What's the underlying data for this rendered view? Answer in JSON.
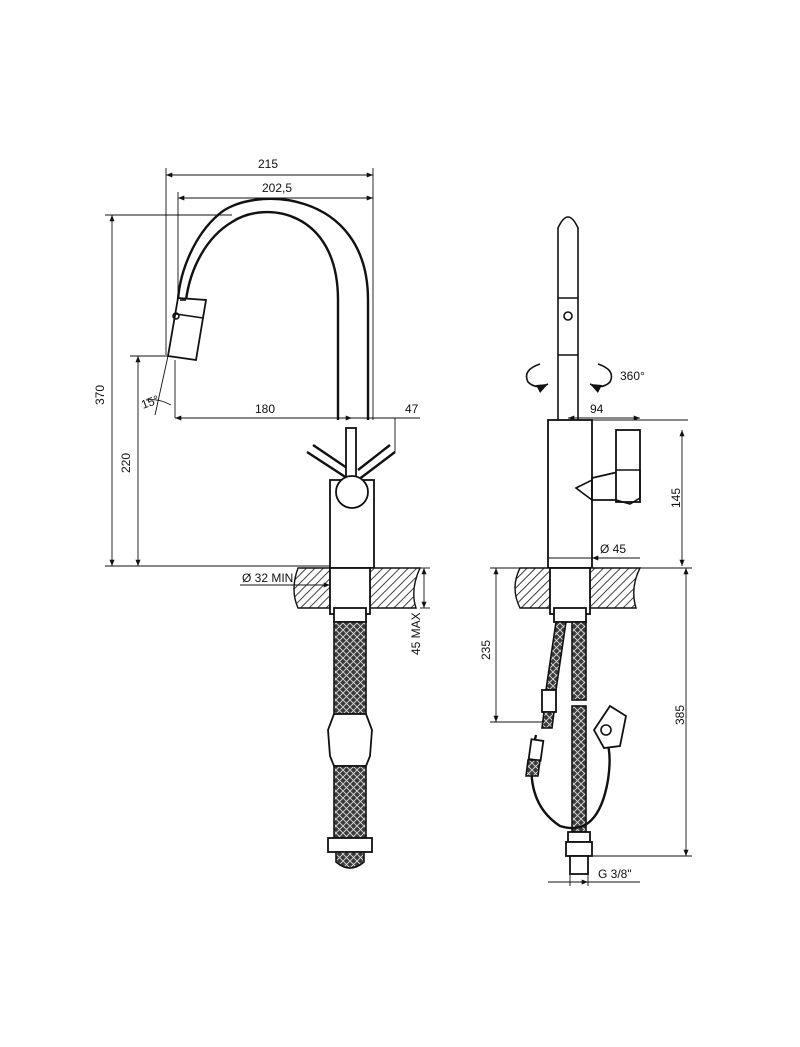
{
  "front_view": {
    "dim_overall_width": "215",
    "dim_spout_reach": "202,5",
    "dim_total_height": "370",
    "dim_spout_height": "220",
    "dim_base_to_spout_axis": "180",
    "dim_handle_offset": "47",
    "dim_spout_angle": "15°",
    "dim_hole_diameter": "Ø 32 MIN",
    "dim_deck_thickness": "45 MAX"
  },
  "side_view": {
    "rotation_label": "360°",
    "dim_handle_depth": "94",
    "dim_handle_height": "145",
    "dim_base_diameter": "Ø 45",
    "dim_hose_clearance": "235",
    "dim_hose_length": "385",
    "dim_connection": "G 3/8\""
  }
}
